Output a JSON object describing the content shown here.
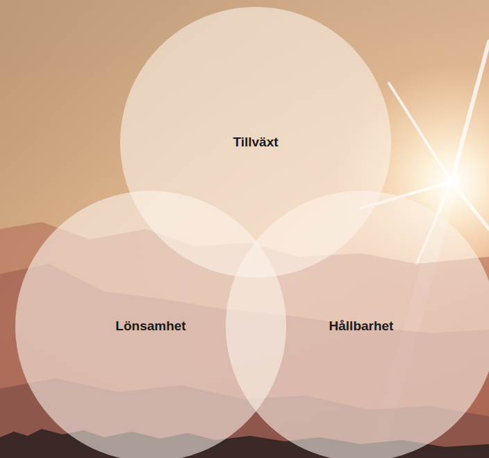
{
  "diagram": {
    "nodes": [
      {
        "text": [
          "Tillväxt"
        ]
      },
      {
        "text": [
          "Lönsamhet"
        ]
      },
      {
        "text": [
          "Hållbarhet"
        ]
      }
    ]
  }
}
